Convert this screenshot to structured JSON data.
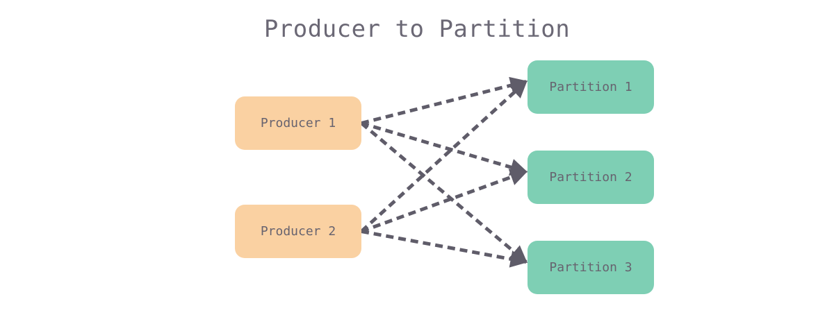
{
  "title": "Producer to Partition",
  "producers": [
    {
      "id": "producer-1",
      "label": "Producer 1"
    },
    {
      "id": "producer-2",
      "label": "Producer 2"
    }
  ],
  "partitions": [
    {
      "id": "partition-1",
      "label": "Partition 1"
    },
    {
      "id": "partition-2",
      "label": "Partition 2"
    },
    {
      "id": "partition-3",
      "label": "Partition 3"
    }
  ],
  "edges": [
    {
      "from": "producer-1",
      "to": "partition-1"
    },
    {
      "from": "producer-1",
      "to": "partition-2"
    },
    {
      "from": "producer-1",
      "to": "partition-3"
    },
    {
      "from": "producer-2",
      "to": "partition-1"
    },
    {
      "from": "producer-2",
      "to": "partition-2"
    },
    {
      "from": "producer-2",
      "to": "partition-3"
    }
  ],
  "colors": {
    "producer_fill": "#fad1a2",
    "partition_fill": "#7ecfb4",
    "arrow": "#5f5c69",
    "text": "#67636f"
  }
}
